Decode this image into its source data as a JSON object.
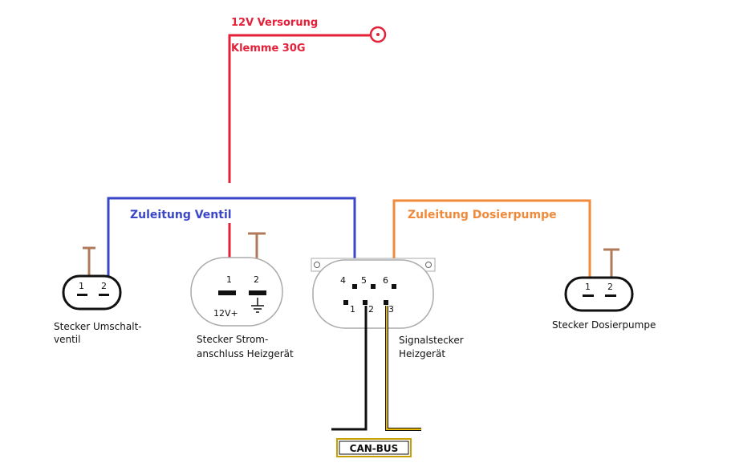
{
  "labels": {
    "supply_line1": "12V Versorung",
    "supply_line2": "Klemme 30G",
    "feed_valve": "Zuleitung Ventil",
    "feed_pump": "Zuleitung Dosierpumpe",
    "can_bus": "CAN-BUS"
  },
  "connectors": {
    "valve": {
      "caption_line1": "Stecker Umschalt-",
      "caption_line2": "ventil",
      "pin1": "1",
      "pin2": "2"
    },
    "power": {
      "caption_line1": "Stecker Strom-",
      "caption_line2": "anschluss Heizgerät",
      "pin1": "1",
      "pin2": "2",
      "pin1_label": "12V+"
    },
    "signal": {
      "caption_line1": "Signalstecker",
      "caption_line2": "Heizgerät",
      "pin1": "1",
      "pin2": "2",
      "pin3": "3",
      "pin4": "4",
      "pin5": "5",
      "pin6": "6"
    },
    "pump": {
      "caption_line1": "Stecker Dosierpumpe",
      "pin1": "1",
      "pin2": "2"
    }
  },
  "colors": {
    "supply_wire": "#e5213a",
    "valve_wire": "#3a45c8",
    "pump_wire": "#f08a3a",
    "can_yellow": "#e8b800",
    "plug_stem": "#b07a5a"
  }
}
